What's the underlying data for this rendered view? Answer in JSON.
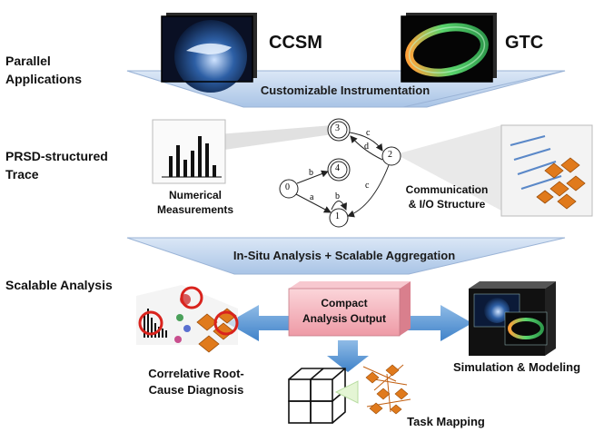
{
  "left_labels": {
    "applications": [
      "Parallel",
      "Applications"
    ],
    "trace": [
      "PRSD-structured",
      "Trace"
    ],
    "analysis": "Scalable Analysis"
  },
  "apps": [
    "CCSM",
    "GTC"
  ],
  "banners": {
    "instrumentation": "Customizable Instrumentation",
    "aggregation": "In-Situ Analysis + Scalable Aggregation"
  },
  "trace": {
    "numerical": [
      "Numerical",
      "Measurements"
    ],
    "structure": [
      "Communication",
      "& I/O Structure"
    ],
    "states": [
      "3",
      "4",
      "0",
      "2",
      "1"
    ],
    "edges": [
      "c",
      "d",
      "b",
      "a",
      "b",
      "c"
    ]
  },
  "analysis": {
    "output": [
      "Compact",
      "Analysis Output"
    ],
    "root_cause": [
      "Correlative Root-",
      "Cause Diagnosis"
    ],
    "simulation": "Simulation & Modeling",
    "task_mapping": "Task Mapping"
  },
  "colors": {
    "banner_fill": "#c6d9f1",
    "arrow_blue": "#5b9bd5",
    "output_box": "#f4b6c0",
    "crystal_orange": "#e07a1c",
    "ring_green": "#4bbf73",
    "highlight_red": "#d9231d"
  }
}
